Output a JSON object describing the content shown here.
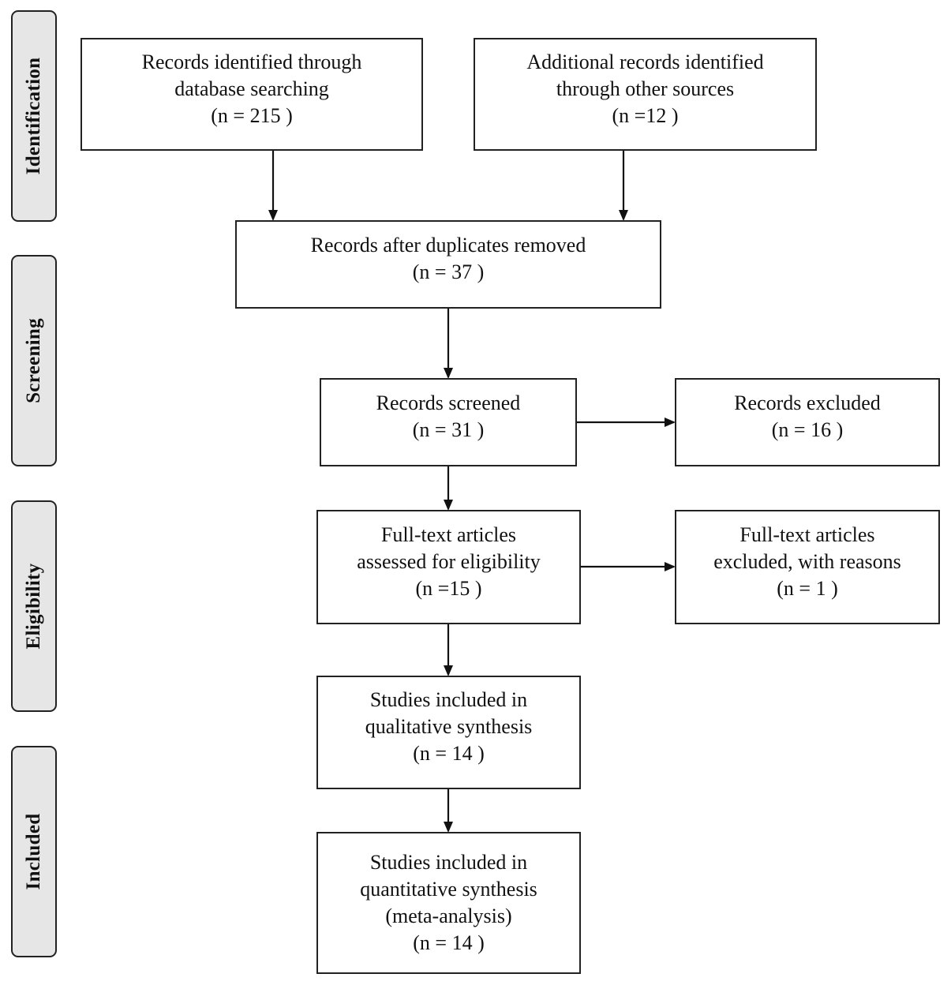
{
  "stages": {
    "identification": "Identification",
    "screening": "Screening",
    "eligibility": "Eligibility",
    "included": "Included"
  },
  "boxes": {
    "database_search": "Records identified through\ndatabase searching\n(n = 215 )",
    "other_sources": "Additional records identified\nthrough other sources\n(n =12  )",
    "after_duplicates": "Records after duplicates removed\n(n = 37  )",
    "screened": "Records screened\n(n = 31  )",
    "excluded": "Records excluded\n(n = 16  )",
    "full_text_assessed": "Full-text articles\nassessed for eligibility\n(n =15   )",
    "full_text_excluded": "Full-text articles\nexcluded, with reasons\n(n = 1  )",
    "qualitative": "Studies included in\nqualitative synthesis\n(n = 14  )",
    "quantitative": "Studies included in\nquantitative synthesis\n(meta-analysis)\n(n = 14  )"
  }
}
